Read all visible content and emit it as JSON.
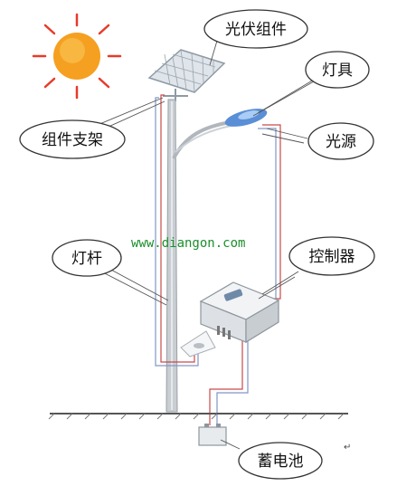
{
  "labels": {
    "pv_module": "光伏组件",
    "module_bracket": "组件支架",
    "lamp": "灯具",
    "light_source": "光源",
    "lamp_pole": "灯杆",
    "controller": "控制器",
    "battery": "蓄电池"
  },
  "watermark": "www.diangon.com",
  "return_mark": "↵",
  "colors": {
    "sun": "#f5a020",
    "sun_rays": "#e83a2a",
    "panel_frame": "#8e9aa4",
    "pole": "#b9bec4",
    "wire_red": "#c94a4a",
    "wire_blue": "#8096c4",
    "ground": "#555555",
    "lamp_blue": "#3d7fd6"
  },
  "icons": [
    "sun-icon",
    "solar-panel-icon",
    "lamp-head-icon",
    "controller-box-icon",
    "battery-icon"
  ]
}
